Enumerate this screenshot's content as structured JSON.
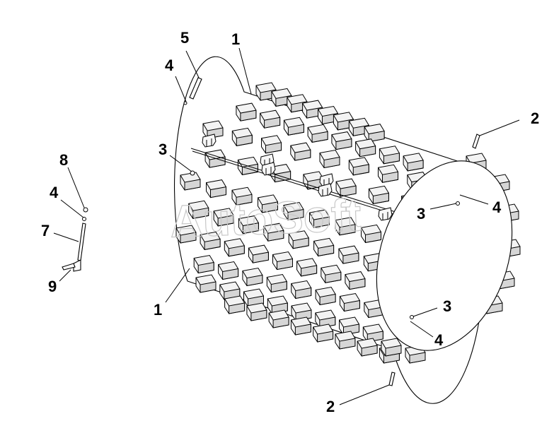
{
  "callouts": {
    "c1_top": "1",
    "c1_bottom": "1",
    "c2_right": "2",
    "c2_bottom": "2",
    "c3_left": "3",
    "c3_right": "3",
    "c3_lower": "3",
    "c4_top": "4",
    "c4_left": "4",
    "c4_right": "4",
    "c4_lower": "4",
    "c5": "5",
    "c7": "7",
    "c8": "8",
    "c9": "9"
  },
  "watermark": "AutoSoft",
  "colors": {
    "line": "#000000",
    "pad_face": "#f3f3f3",
    "pad_side": "#d6d6d6",
    "watermark": "#c8c8c8"
  }
}
